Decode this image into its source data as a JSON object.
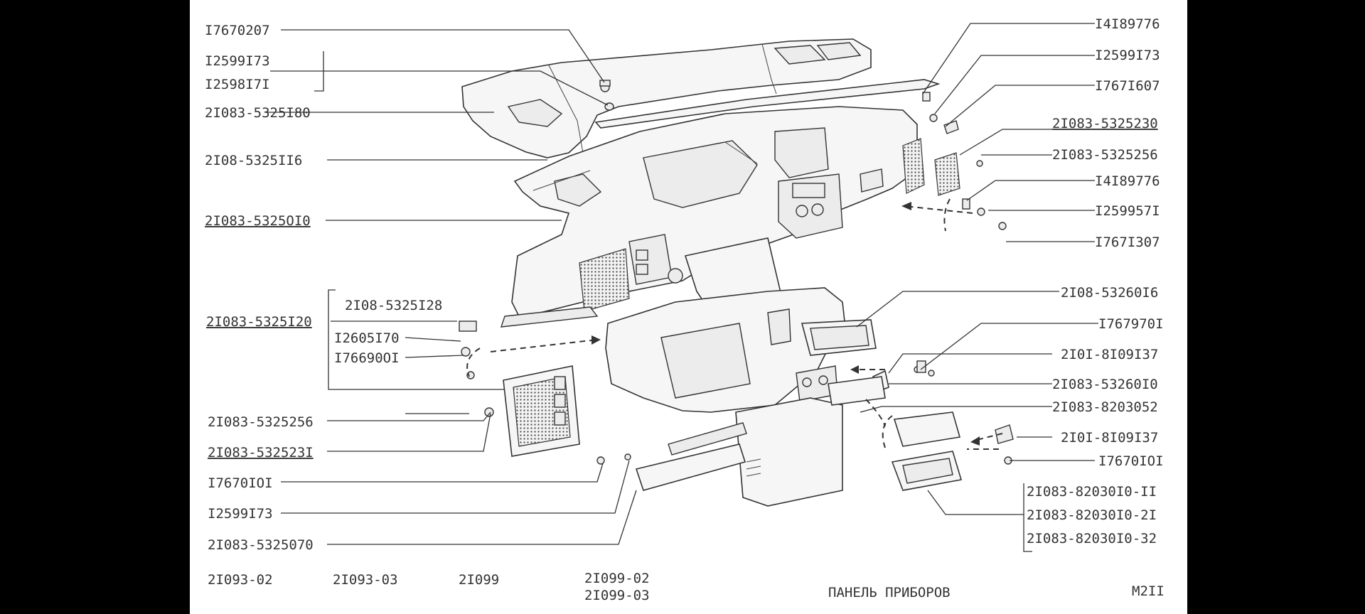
{
  "page": {
    "title": "ПАНЕЛЬ ПРИБОРОВ",
    "sheet_code": "M2II"
  },
  "models": {
    "m1": "2I093-02",
    "m2": "2I093-03",
    "m3": "2I099",
    "m4a": "2I099-02",
    "m4b": "2I099-03"
  },
  "labels_left": {
    "l1": "I7670207",
    "l2": "I2599I73",
    "l3": "I2598I7I",
    "l4": "2I083-5325I80",
    "l5": "2I08-5325II6",
    "l6": "2I083-5325OI0",
    "l7": "2I083-5325I20",
    "l8": "2I08-5325I28",
    "l9": "I2605I70",
    "l10": "I76690OI",
    "l11": "2I083-5325256",
    "l12": "2I083-532523I",
    "l13": "I7670IOI",
    "l14": "I2599I73",
    "l15": "2I083-5325070"
  },
  "labels_right": {
    "r1": "I4I89776",
    "r2": "I2599I73",
    "r3": "I767I607",
    "r4": "2I083-5325230",
    "r5": "2I083-5325256",
    "r6": "I4I89776",
    "r7": "I259957I",
    "r8": "I767I307",
    "r9": "2I08-53260I6",
    "r10": "I767970I",
    "r11": "2I0I-8I09I37",
    "r12": "2I083-53260I0",
    "r13": "2I083-8203052",
    "r14": "2I0I-8I09I37",
    "r15": "I7670IOI",
    "r16": "2I083-82030I0-II",
    "r17": "2I083-82030I0-2I",
    "r18": "2I083-82030I0-32"
  }
}
